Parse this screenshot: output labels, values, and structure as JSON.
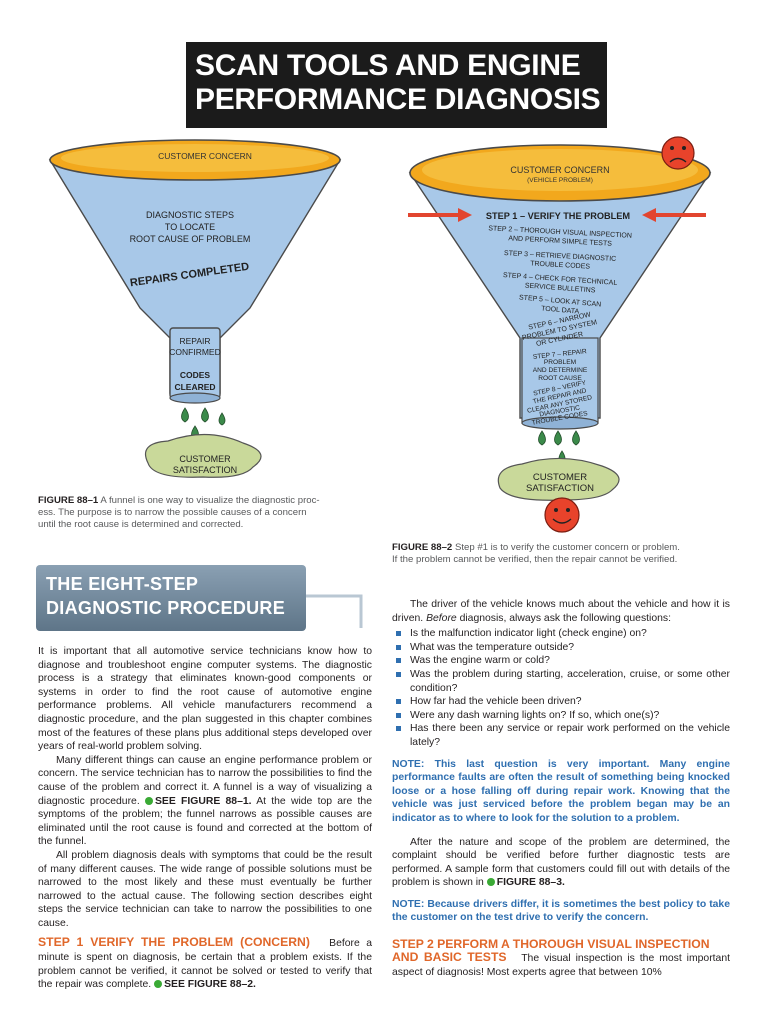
{
  "title": {
    "line1": "SCAN TOOLS AND ENGINE",
    "line2": "PERFORMANCE DIAGNOSIS"
  },
  "figure1": {
    "top_label": "CUSTOMER CONCERN",
    "body_lines": [
      "DIAGNOSTIC STEPS",
      "TO LOCATE",
      "ROOT CAUSE OF PROBLEM"
    ],
    "curve_label": "REPAIRS COMPLETED",
    "stem_lines": [
      "REPAIR",
      "CONFIRMED"
    ],
    "stem_lines2": [
      "CODES",
      "CLEARED"
    ],
    "puddle_lines": [
      "CUSTOMER",
      "SATISFACTION"
    ],
    "caption_label": "FIGURE 88–1",
    "caption_lines": [
      "A funnel is one way to visualize the diagnostic proc-",
      "ess. The purpose is to narrow the possible causes of a concern",
      "until the root cause is determined and corrected."
    ]
  },
  "figure2": {
    "top_label": "CUSTOMER CONCERN",
    "top_sub": "(VEHICLE PROBLEM)",
    "step1": "STEP 1 – VERIFY THE PROBLEM",
    "steps": [
      [
        "STEP 2 – THOROUGH VISUAL INSPECTION",
        "AND PERFORM SIMPLE TESTS"
      ],
      [
        "STEP 3 – RETRIEVE DIAGNOSTIC",
        "TROUBLE CODES"
      ],
      [
        "STEP 4 – CHECK FOR TECHNICAL",
        "SERVICE BULLETINS"
      ],
      [
        "STEP 5 – LOOK AT SCAN",
        "TOOL DATA"
      ],
      [
        "STEP 6 – NARROW",
        "PROBLEM TO SYSTEM",
        "OR CYLINDER"
      ]
    ],
    "stem_steps": [
      "STEP 7 – REPAIR",
      "PROBLEM",
      "AND DETERMINE",
      "ROOT CAUSE",
      "STEP 8 – VERIFY",
      "THE REPAIR AND",
      "CLEAR ANY STORED",
      "DIAGNOSTIC",
      "TROUBLE CODES"
    ],
    "puddle_lines": [
      "CUSTOMER",
      "SATISFACTION"
    ],
    "caption_label": "FIGURE 88–2",
    "caption_lines": [
      "Step #1 is to verify the customer concern or problem.",
      "If the problem cannot be verified, then the repair cannot be verified."
    ]
  },
  "section": {
    "heading_line1": "THE EIGHT-STEP",
    "heading_line2": "DIAGNOSTIC PROCEDURE"
  },
  "left_col": {
    "p1": "It is important that all automotive service technicians know how to diagnose and troubleshoot engine computer systems. The diagnostic process is a strategy that eliminates known-good components or systems in order to find the root cause of automotive engine performance problems. All vehicle manufacturers recommend a diagnostic procedure, and the plan suggested in this chapter combines most of the features of these plans plus additional steps developed over years of real-world problem solving.",
    "p2a": "Many different things can cause an engine performance problem or concern. The service technician has to narrow the possibilities to find the cause of the problem and correct it. A funnel is a way of visualizing a diagnostic procedure.",
    "p2ref": "SEE FIGURE 88–1.",
    "p2b": "At the wide top are the symptoms of the problem; the funnel narrows as possible causes are eliminated until the root cause is found and corrected at the bottom of the funnel.",
    "p3": "All problem diagnosis deals with symptoms that could be the result of many different causes. The wide range of possible solutions must be narrowed to the most likely and these must eventually be further narrowed to the actual cause. The following section describes eight steps the service technician can take to narrow the possibilities to one cause.",
    "step1_head": "STEP 1 VERIFY THE PROBLEM (CONCERN)",
    "step1_text": "Before a minute is spent on diagnosis, be certain that a problem exists. If the problem cannot be verified, it cannot be solved or tested to verify that the repair was complete.",
    "step1_ref": "SEE FIGURE 88–2."
  },
  "right_col": {
    "intro_a": "The driver of the vehicle knows much about the vehicle and how it is driven.",
    "intro_em": "Before",
    "intro_b": "diagnosis, always ask the following questions:",
    "questions": [
      "Is the malfunction indicator light (check engine) on?",
      "What was the temperature outside?",
      "Was the engine warm or cold?",
      "Was the problem during starting, acceleration, cruise, or some other condition?",
      "How far had the vehicle been driven?",
      "Were any dash warning lights on? If so, which one(s)?",
      "Has there been any service or repair work performed on the vehicle lately?"
    ],
    "note1": "NOTE: This last question is very important. Many engine performance faults are often the result of something being knocked loose or a hose falling off during repair work. Knowing that the vehicle was just serviced before the problem began may be an indicator as to where to look for the solution to a problem.",
    "p_after": "After the nature and scope of the problem are determined, the complaint should be verified before further diagnostic tests are performed. A sample form that customers could fill out with details of the problem is shown in",
    "p_after_ref": "FIGURE 88–3.",
    "note2": "NOTE: Because drivers differ, it is sometimes the best policy to take the customer on the test drive to verify the concern.",
    "step2_head1": "STEP 2 PERFORM A THOROUGH VISUAL INSPECTION",
    "step2_head2": "AND BASIC TESTS",
    "step2_text": "The visual inspection is the most important aspect of diagnosis! Most experts agree that between 10%"
  },
  "colors": {
    "funnel": "#a8c8e8",
    "rim": "#f2a81d",
    "puddle": "#c9d99a",
    "drop": "#3b8a4a",
    "arrow": "#e2452f",
    "face": "#e8432b",
    "note": "#2f6fb0",
    "orange": "#e0672a"
  }
}
